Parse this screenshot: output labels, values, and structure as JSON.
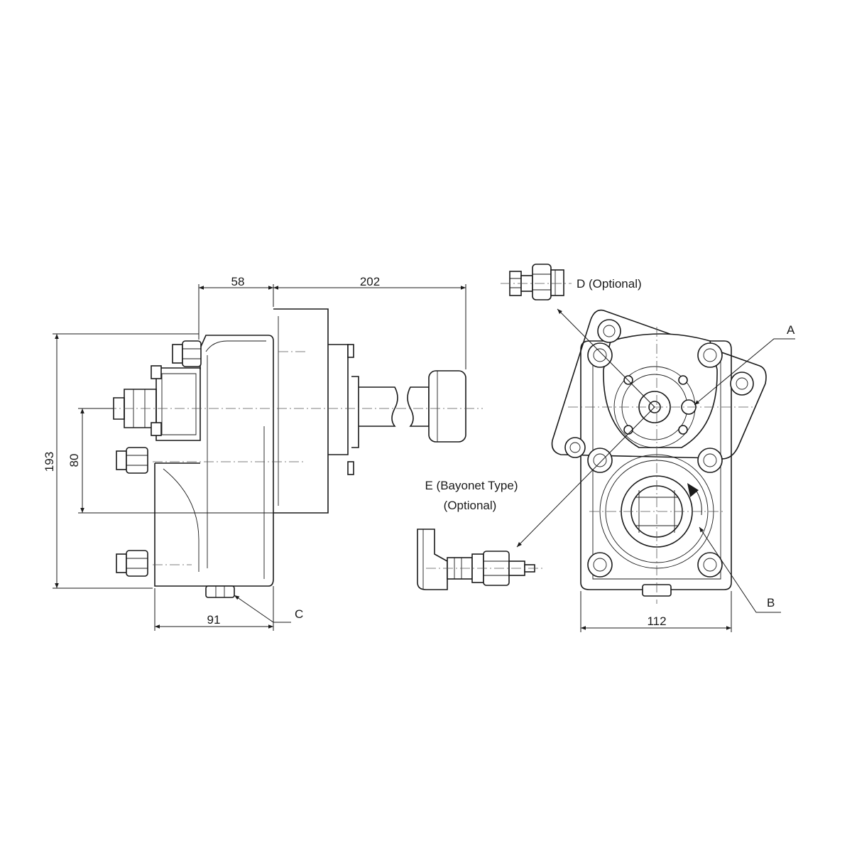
{
  "dimensions": {
    "d58": "58",
    "d202": "202",
    "d193": "193",
    "d80": "80",
    "d91": "91",
    "d112": "112"
  },
  "callouts": {
    "a": "A",
    "b": "B",
    "c": "C",
    "d": "D (Optional)",
    "e_line1": "E (Bayonet Type)",
    "e_line2": "(Optional)"
  },
  "colors": {
    "line": "#1a1a1a",
    "background": "#ffffff"
  }
}
